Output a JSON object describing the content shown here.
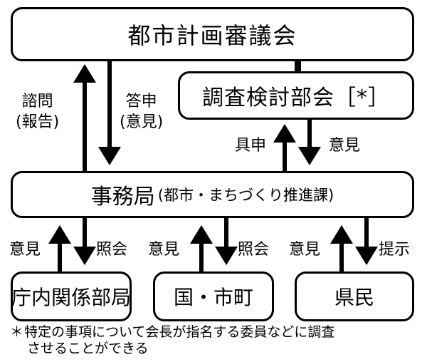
{
  "boxes": {
    "council": "都市計画審議会",
    "subcommittee": "調査検討部会［*］",
    "office_main": "事務局",
    "office_sub": "(都市・まちづくり推進課)",
    "internal_depts": "庁内関係部局",
    "national_city": "国・市町",
    "residents": "県民"
  },
  "labels": {
    "inquiry_1": "諮問",
    "inquiry_2": "(報告)",
    "answer_1": "答申",
    "answer_2": "(意見)",
    "report_up": "具申",
    "opinion_sub": "意見",
    "opinion_depts": "意見",
    "reference_depts": "照会",
    "opinion_nat": "意見",
    "reference_nat": "照会",
    "opinion_res": "意見",
    "present_res": "提示"
  },
  "note": {
    "mark": "＊",
    "line1": "特定の事項について会長が指名する委員などに調査",
    "line2": "させることができる"
  }
}
